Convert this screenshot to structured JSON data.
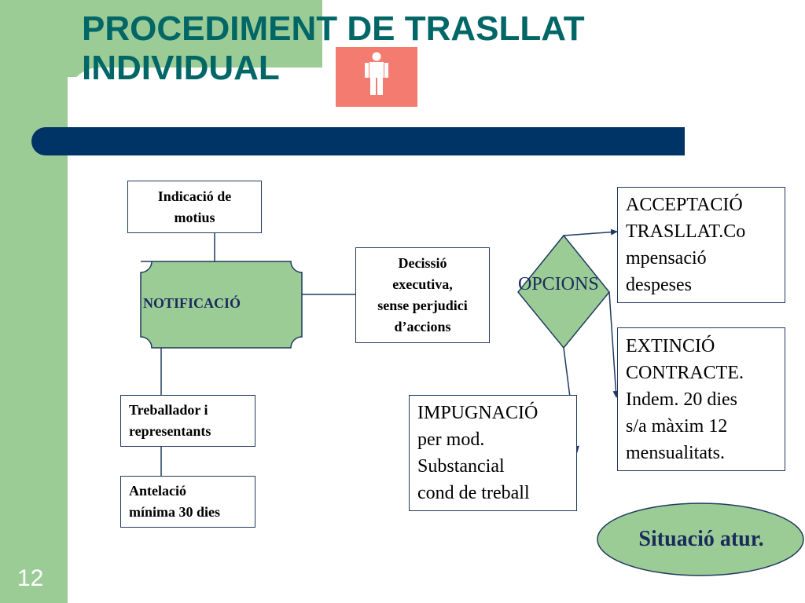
{
  "title": {
    "line1": "PROCEDIMENT DE TRASLLAT",
    "line2": "INDIVIDUAL"
  },
  "page_number": "12",
  "icons": {
    "badge": "person-icon"
  },
  "colors": {
    "sidebar": "#9ccc96",
    "title": "#006666",
    "bar": "#003366",
    "badge": "#f47b70",
    "shape_fill": "#9ccc96",
    "text": "#1a2b5a"
  },
  "nodes": {
    "indicacio": [
      "Indicació de",
      "motius"
    ],
    "notificacio": "NOTIFICACIÓ",
    "decisio": [
      "Decissió",
      "executiva,",
      "sense perjudici",
      "d’accions"
    ],
    "treballador": [
      "Treballador i",
      "representants"
    ],
    "antelacio": [
      "Antelació",
      "mínima 30 dies"
    ],
    "opcions": "OPCIONS",
    "acceptacio": [
      "ACCEPTACIÓ",
      "TRASLLAT.Co",
      "mpensació",
      "despeses"
    ],
    "extincio": [
      "EXTINCIÓ",
      "CONTRACTE.",
      "Indem. 20 dies",
      "s/a màxim 12",
      "mensualitats."
    ],
    "impugnacio": [
      "IMPUGNACIÓ",
      "per mod.",
      "Substancial",
      "cond de treball"
    ],
    "situacio": "Situació atur."
  }
}
